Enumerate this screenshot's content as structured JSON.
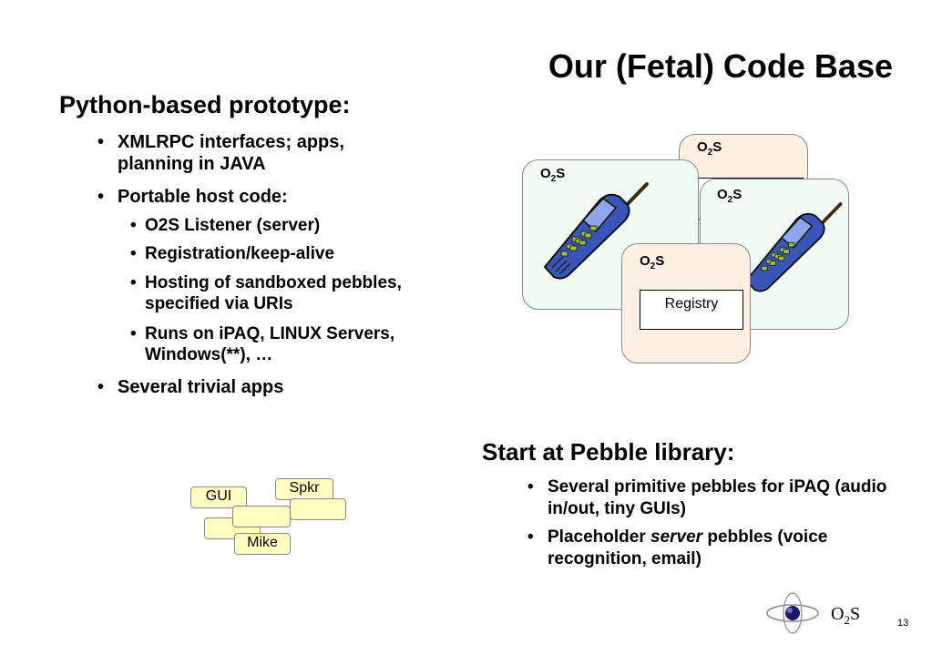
{
  "slide": {
    "title": "Our (Fetal) Code Base",
    "page_number": "13"
  },
  "left": {
    "heading": "Python-based prototype:",
    "bullets": [
      "XMLRPC interfaces; apps, planning in JAVA",
      "Portable host code:",
      "Several trivial apps"
    ],
    "sub_bullets": [
      "O2S Listener (server)",
      "Registration/keep-alive",
      "Hosting of sandboxed pebbles, specified via URIs",
      "Runs on iPAQ, LINUX Servers, Windows(**), …"
    ]
  },
  "right": {
    "heading": "Start at Pebble library:",
    "bullet1": "Several primitive pebbles for iPAQ (audio in/out, tiny GUIs)",
    "bullet2_prefix": "Placeholder ",
    "bullet2_italic": "server",
    "bullet2_suffix": " pebbles (voice recognition, email)"
  },
  "diagram": {
    "o2s_label_main": "O",
    "o2s_label_sub": "2",
    "o2s_label_end": "S",
    "registry_label": "Registry"
  },
  "pebbles": {
    "gui": "GUI",
    "spkr": "Spkr",
    "mike": "Mike"
  },
  "logo": {
    "text_main": "O",
    "text_sub": "2",
    "text_end": "S"
  },
  "colors": {
    "card_green": "#f0fbf4",
    "card_peach": "#fdf0e2",
    "phone_blue": "#3a55b8",
    "pebble_yellow": "#ffffc0"
  }
}
